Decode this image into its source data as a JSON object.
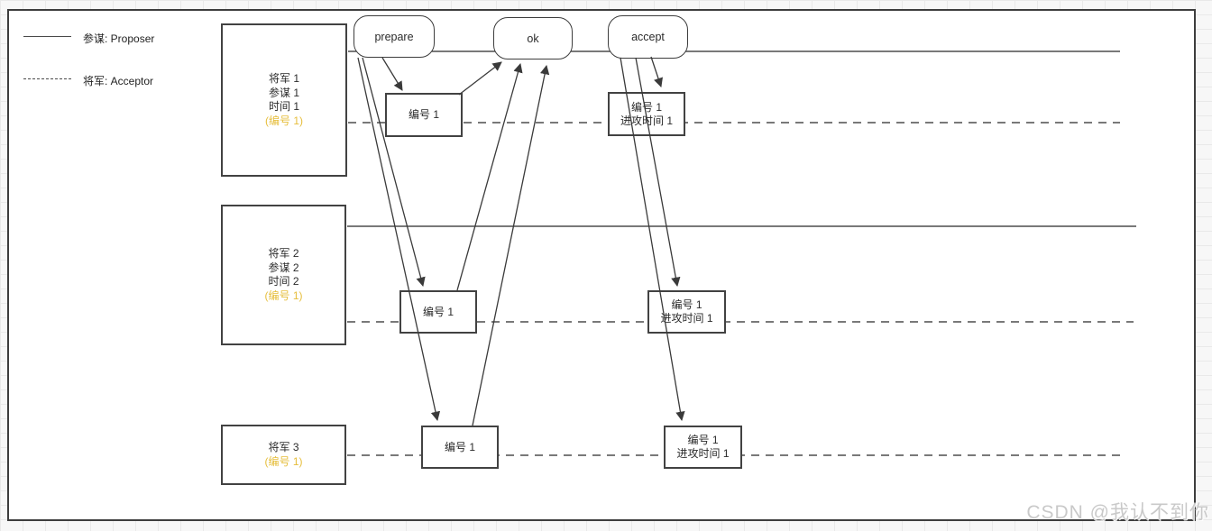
{
  "legend": {
    "proposer": "参谋: Proposer",
    "acceptor": "将军: Acceptor"
  },
  "pills": {
    "prepare": "prepare",
    "ok": "ok",
    "accept": "accept"
  },
  "generals": {
    "g1": {
      "line1": "将军 1",
      "line2": "参谋 1",
      "line3": "时间 1",
      "highlight": "(编号 1)"
    },
    "g2": {
      "line1": "将军 2",
      "line2": "参谋 2",
      "line3": "时间 2",
      "highlight": "(编号 1)"
    },
    "g3": {
      "line1": "将军 3",
      "highlight": "(编号 1)"
    }
  },
  "messages": {
    "m1": {
      "line1": "编号 1"
    },
    "m2": {
      "line1": "编号 1",
      "line2": "进攻时间 1"
    },
    "m3": {
      "line1": "编号 1"
    },
    "m4": {
      "line1": "编号 1",
      "line2": "进攻时间 1"
    },
    "m5": {
      "line1": "编号 1"
    },
    "m6": {
      "line1": "编号 1",
      "line2": "进攻时间 1"
    }
  },
  "watermark": "CSDN @我认不到你",
  "colors": {
    "highlight_gold": "#E6BE3C",
    "stroke": "#3d3d3d",
    "watermark_gray": "#c9c9c9"
  }
}
